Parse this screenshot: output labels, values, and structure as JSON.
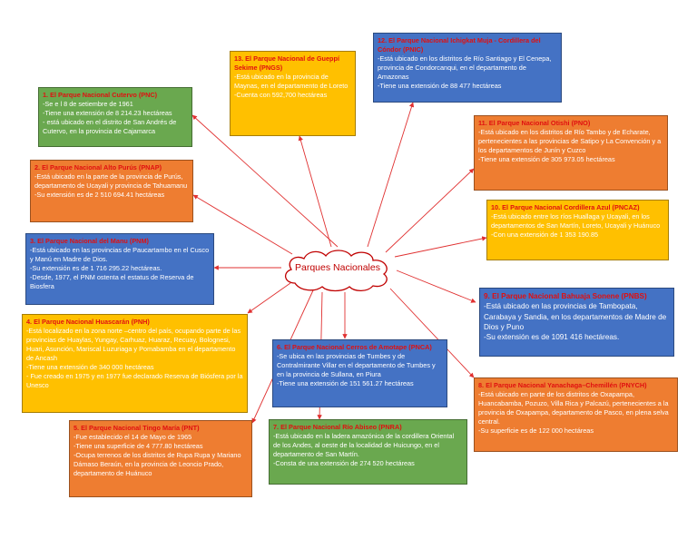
{
  "center": {
    "label": "Parques Nacionales"
  },
  "parks": [
    {
      "title": "1. El Parque Nacional Cutervo (PNC)",
      "lines": [
        "-Se e l 8 de setiembre de 1961",
        "-Tiene una extensión de 8 214.23 hectáreas",
        "- está ubicado en el distrito de San Andrés de Cutervo, en la provincia de Cajamarca"
      ]
    },
    {
      "title": "2. El Parque Nacional Alto Purús (PNAP)",
      "lines": [
        "-Está ubicado en la parte de la provincia de Purús, departamento de Ucayali y provincia de Tahuamanu",
        "-Su extensión es de 2 510 694.41 hectáreas"
      ]
    },
    {
      "title": "3. El Parque Nacional del Manu (PNM)",
      "lines": [
        "-Está ubicado en las provincias de Paucartambo en el Cusco y Manú en Madre de Dios.",
        "-Su extensión es de 1 716 295.22 hectáreas.",
        "-Desde, 1977, el PNM ostenta el estatus de Reserva de Biosfera"
      ]
    },
    {
      "title": "4. El Parque Nacional Huascarán (PNH)",
      "lines": [
        "-Está localizado en la zona norte –centro del país, ocupando parte de las provincias de Huaylas, Yungay, Carhuaz, Huaraz, Recuay, Bolognesi, Huari, Asunción, Mariscal Luzuriaga y Pomabamba en el departamento de Ancash",
        "-Tiene una extensión de 340 000 hectáreas",
        "- Fue creado en 1975 y en 1977 fue declarado Reserva de Biósfera por la Unesco"
      ]
    },
    {
      "title": "5. El Parque Nacional Tingo María (PNT)",
      "lines": [
        "-Fue establecido el 14 de Mayo de 1965",
        "-Tiene una superficie de 4 777.80 hectáreas",
        "-Ocupa terrenos de los distritos de Rupa Rupa y Mariano Dámaso Beraún, en la provincia de Leoncio Prado, departamento de Huánuco"
      ]
    },
    {
      "title": "6. El Parque Nacional Cerros de Amotape (PNCA)",
      "lines": [
        "-Se ubica en las provincias de Tumbes y de Contralmirante Villar en el departamento de Tumbes y en la provincia de Sullana, en Piura",
        "-Tiene una extensión de 151 561.27 hectáreas"
      ]
    },
    {
      "title": "7. El Parque Nacional Río Abiseo (PNRA)",
      "lines": [
        "-Está ubicado en la ladera amazónica de la cordillera Oriental de los Andes, al oeste de la localidad de Huicungo, en el departamento de San Martín.",
        "-Consta de una extensión de 274 520 hectáreas"
      ]
    },
    {
      "title": "8. El Parque Nacional Yanachaga–Chemillén (PNYCH)",
      "lines": [
        "-Está ubicado en parte de los distritos de Oxapampa, Huancabamba, Pozuzo, Villa Rica y Palcazú, pertenecientes a la provincia de Oxapampa, departamento de Pasco, en plena selva central.",
        "-Su superficie es de 122 000 hectáreas"
      ]
    },
    {
      "title": "9. El Parque Nacional Bahuaja Sonene (PNBS)",
      "lines": [
        "-Está ubicado en las provincias de Tambopata, Carabaya y Sandia, en los departamentos de Madre de Dios y Puno",
        "-Su extensión es de 1091 416 hectáreas."
      ]
    },
    {
      "title": "10. El Parque Nacional Cordillera Azul (PNCAZ)",
      "lines": [
        "-Está ubicado entre los ríos Huallaga y Ucayali, en los departamentos de San Martín, Loreto, Ucayali y Huánuco",
        "-Con una extensión de 1 353 190.85"
      ]
    },
    {
      "title": "11. El Parque Nacional Otishi (PNO)",
      "lines": [
        "-Está ubicado en los distritos de Río Tambo y de Echarate, pertenecientes a las provincias de Satipo y La Convención y a los departamentos de Junín y Cuzco",
        "-Tiene una extensión de 305 973.05 hectáreas"
      ]
    },
    {
      "title": "12. El Parque Nacional Ichigkat Muja - Cordillera del Cóndor (PNIC)",
      "lines": [
        "-Está ubicado en los distritos de Río Santiago y El Cenepa, provincia de Condorcanqui, en el departamento de Amazonas",
        "-Tiene una extensión de 88 477 hectáreas"
      ]
    },
    {
      "title": "13. El Parque Nacional de Gueppí Sekime (PNGS)",
      "lines": [
        "-Está ubicado en la provincia de Maynas, en el departamento de Loreto",
        "-Cuenta con 592,700 hectáreas"
      ]
    }
  ],
  "colors": {
    "link": "#e03030",
    "cloud_stroke": "#c00000",
    "title": "#e01010"
  }
}
